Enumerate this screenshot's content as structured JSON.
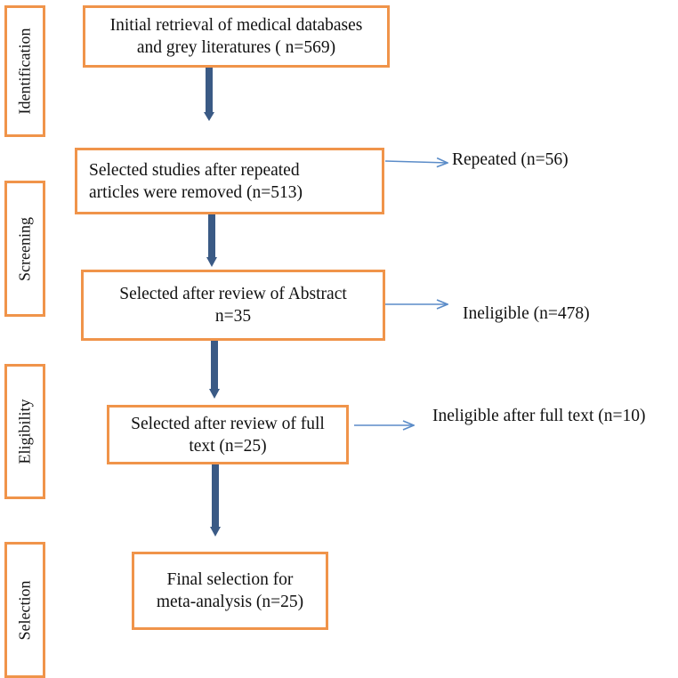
{
  "stages": [
    {
      "id": "identification",
      "label": "Identification"
    },
    {
      "id": "screening",
      "label": "Screening"
    },
    {
      "id": "eligibility",
      "label": "Eligibility"
    },
    {
      "id": "selection",
      "label": "Selection"
    }
  ],
  "boxes": [
    {
      "id": "initial",
      "text": "Initial retrieval of medical databases\nand grey literatures ( n=569)"
    },
    {
      "id": "after-repeats",
      "text": "Selected studies after repeated\narticles were removed (n=513)"
    },
    {
      "id": "after-abstract",
      "text": "Selected after review of Abstract\nn=35"
    },
    {
      "id": "after-fulltext",
      "text": "Selected after review of full\ntext (n=25)"
    },
    {
      "id": "final",
      "text": "Final selection for\nmeta-analysis (n=25)"
    }
  ],
  "exclusions": [
    {
      "id": "repeated",
      "text": "Repeated (n=56)"
    },
    {
      "id": "ineligible",
      "text": "Ineligible (n=478)"
    },
    {
      "id": "ineligible-fulltext",
      "text": "Ineligible after full text (n=10)"
    }
  ],
  "colors": {
    "box_border": "#f0944a",
    "main_arrow": "#3a5a85",
    "side_arrow": "#5b8cc8"
  }
}
